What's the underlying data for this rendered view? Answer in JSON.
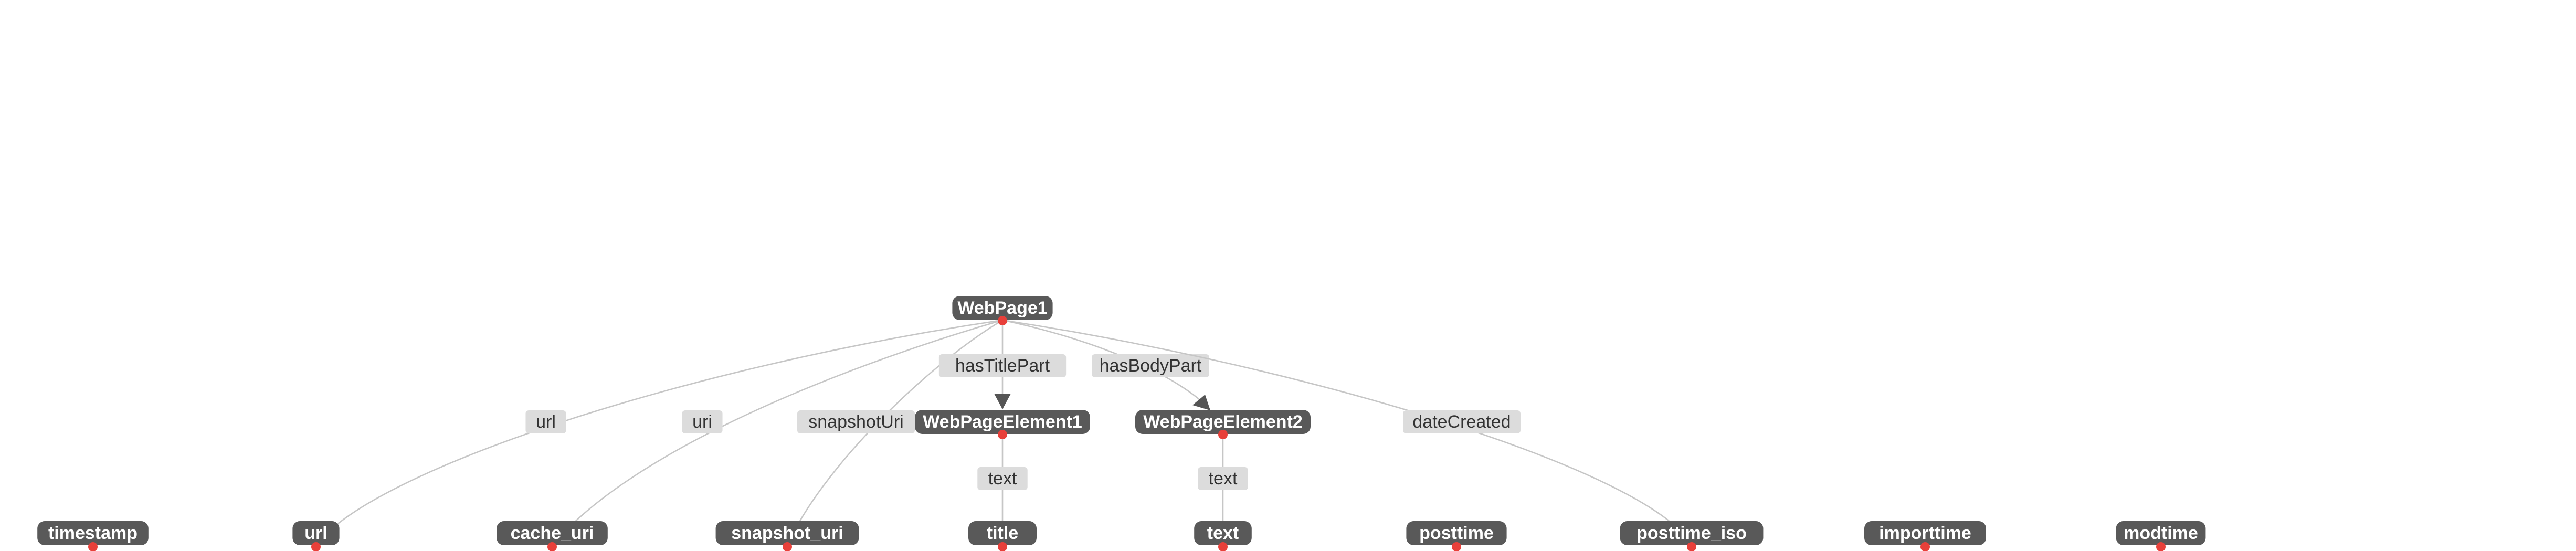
{
  "nodes": [
    {
      "id": "WebPage1",
      "label": "WebPage1"
    },
    {
      "id": "WebPageElement1",
      "label": "WebPageElement1"
    },
    {
      "id": "WebPageElement2",
      "label": "WebPageElement2"
    },
    {
      "id": "timestamp",
      "label": "timestamp"
    },
    {
      "id": "url",
      "label": "url"
    },
    {
      "id": "cache_uri",
      "label": "cache_uri"
    },
    {
      "id": "snapshot_uri",
      "label": "snapshot_uri"
    },
    {
      "id": "title",
      "label": "title"
    },
    {
      "id": "text",
      "label": "text"
    },
    {
      "id": "posttime",
      "label": "posttime"
    },
    {
      "id": "posttime_iso",
      "label": "posttime_iso"
    },
    {
      "id": "importtime",
      "label": "importtime"
    },
    {
      "id": "modtime",
      "label": "modtime"
    }
  ],
  "edges": [
    {
      "from": "WebPage1",
      "to": "url",
      "label": "url"
    },
    {
      "from": "WebPage1",
      "to": "cache_uri",
      "label": "uri"
    },
    {
      "from": "WebPage1",
      "to": "snapshot_uri",
      "label": "snapshotUri"
    },
    {
      "from": "WebPage1",
      "to": "WebPageElement1",
      "label": "hasTitlePart",
      "arrow": true
    },
    {
      "from": "WebPage1",
      "to": "WebPageElement2",
      "label": "hasBodyPart",
      "arrow": true
    },
    {
      "from": "WebPage1",
      "to": "posttime_iso",
      "label": "dateCreated"
    },
    {
      "from": "WebPageElement1",
      "to": "title",
      "label": "text"
    },
    {
      "from": "WebPageElement2",
      "to": "text",
      "label": "text"
    }
  ],
  "colors": {
    "node_fill": "#595959",
    "node_text": "#ffffff",
    "edge_line": "#c6c6c6",
    "edge_label_fill": "#dcdcdc",
    "port": "#e8403a",
    "arrow": "#555555"
  }
}
